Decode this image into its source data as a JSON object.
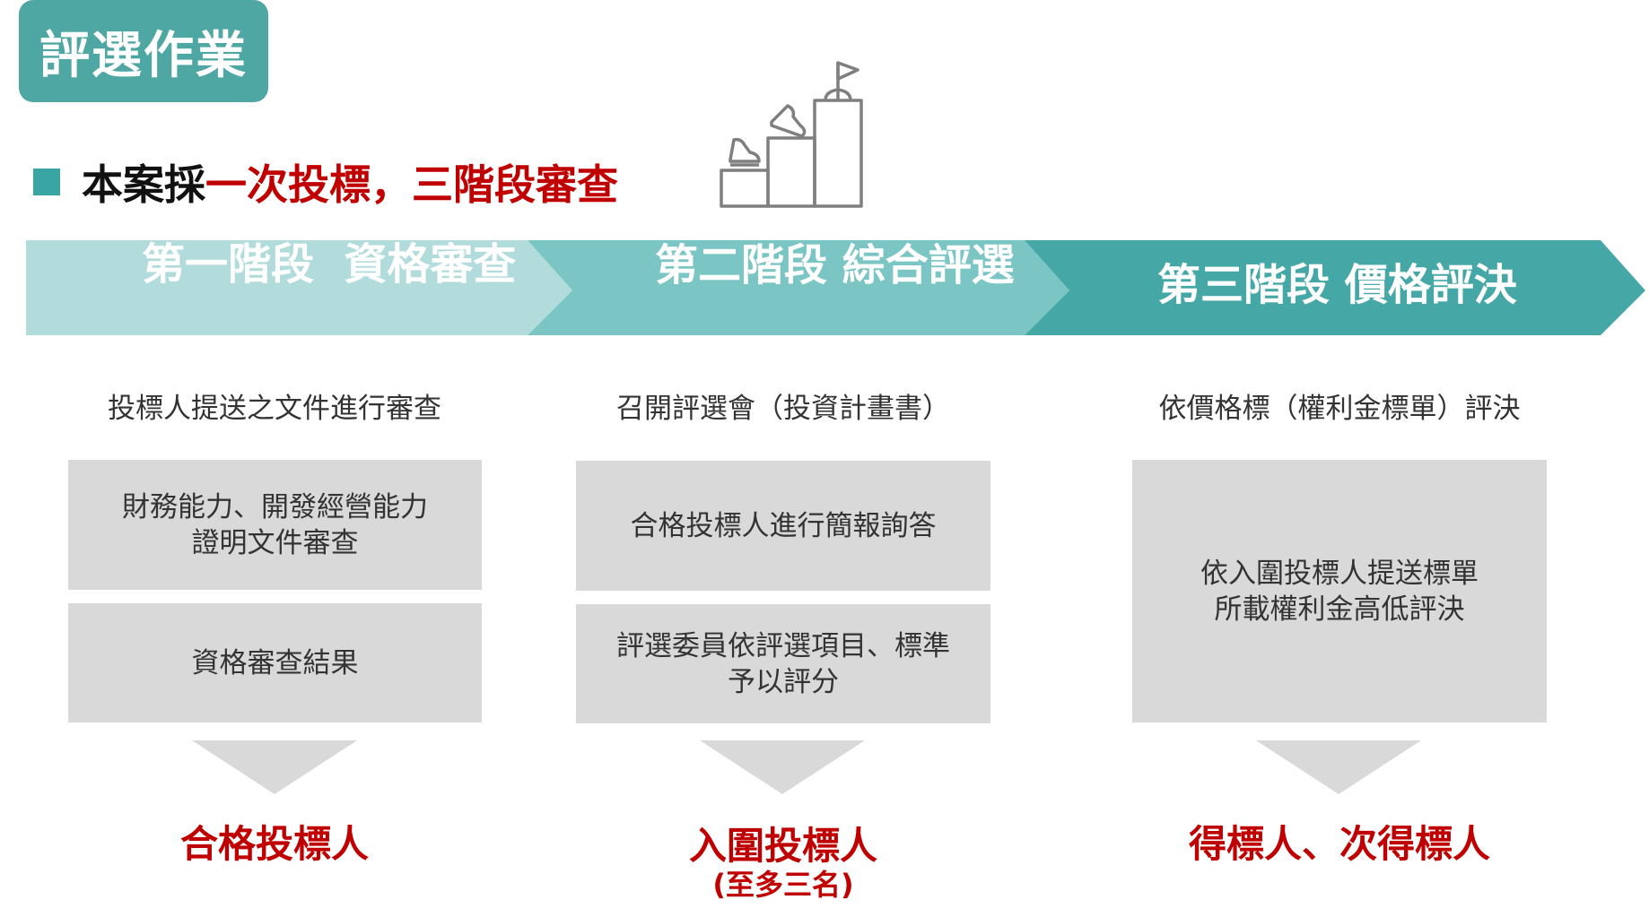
{
  "title": "評選作業",
  "subtitle": {
    "prefix": "本案採",
    "highlight": "一次投標，三階段審查"
  },
  "colors": {
    "badge": "#4fa7a3",
    "stage1": "#b2dcdb",
    "stage2": "#7bc6c4",
    "stage3": "#45a8a6",
    "accent_red": "#c00000",
    "box_gray": "#d9d9d9"
  },
  "stages": [
    {
      "label": "第一階段  資格審查",
      "description": "投標人提送之文件進行審查",
      "boxes": [
        "財務能力、開發經營能力\n證明文件審查",
        "資格審查結果"
      ],
      "result": "合格投標人",
      "result_note": ""
    },
    {
      "label": "第二階段 綜合評選",
      "description": "召開評選會（投資計畫書）",
      "boxes": [
        "合格投標人進行簡報詢答",
        "評選委員依評選項目、標準\n予以評分"
      ],
      "result": "入圍投標人",
      "result_note": "(至多三名)"
    },
    {
      "label": "第三階段 價格評決",
      "description": "依價格標（權利金標單）評決",
      "boxes": [
        "依入圍投標人提送標單\n所載權利金高低評決"
      ],
      "result": "得標人、次得標人",
      "result_note": ""
    }
  ]
}
